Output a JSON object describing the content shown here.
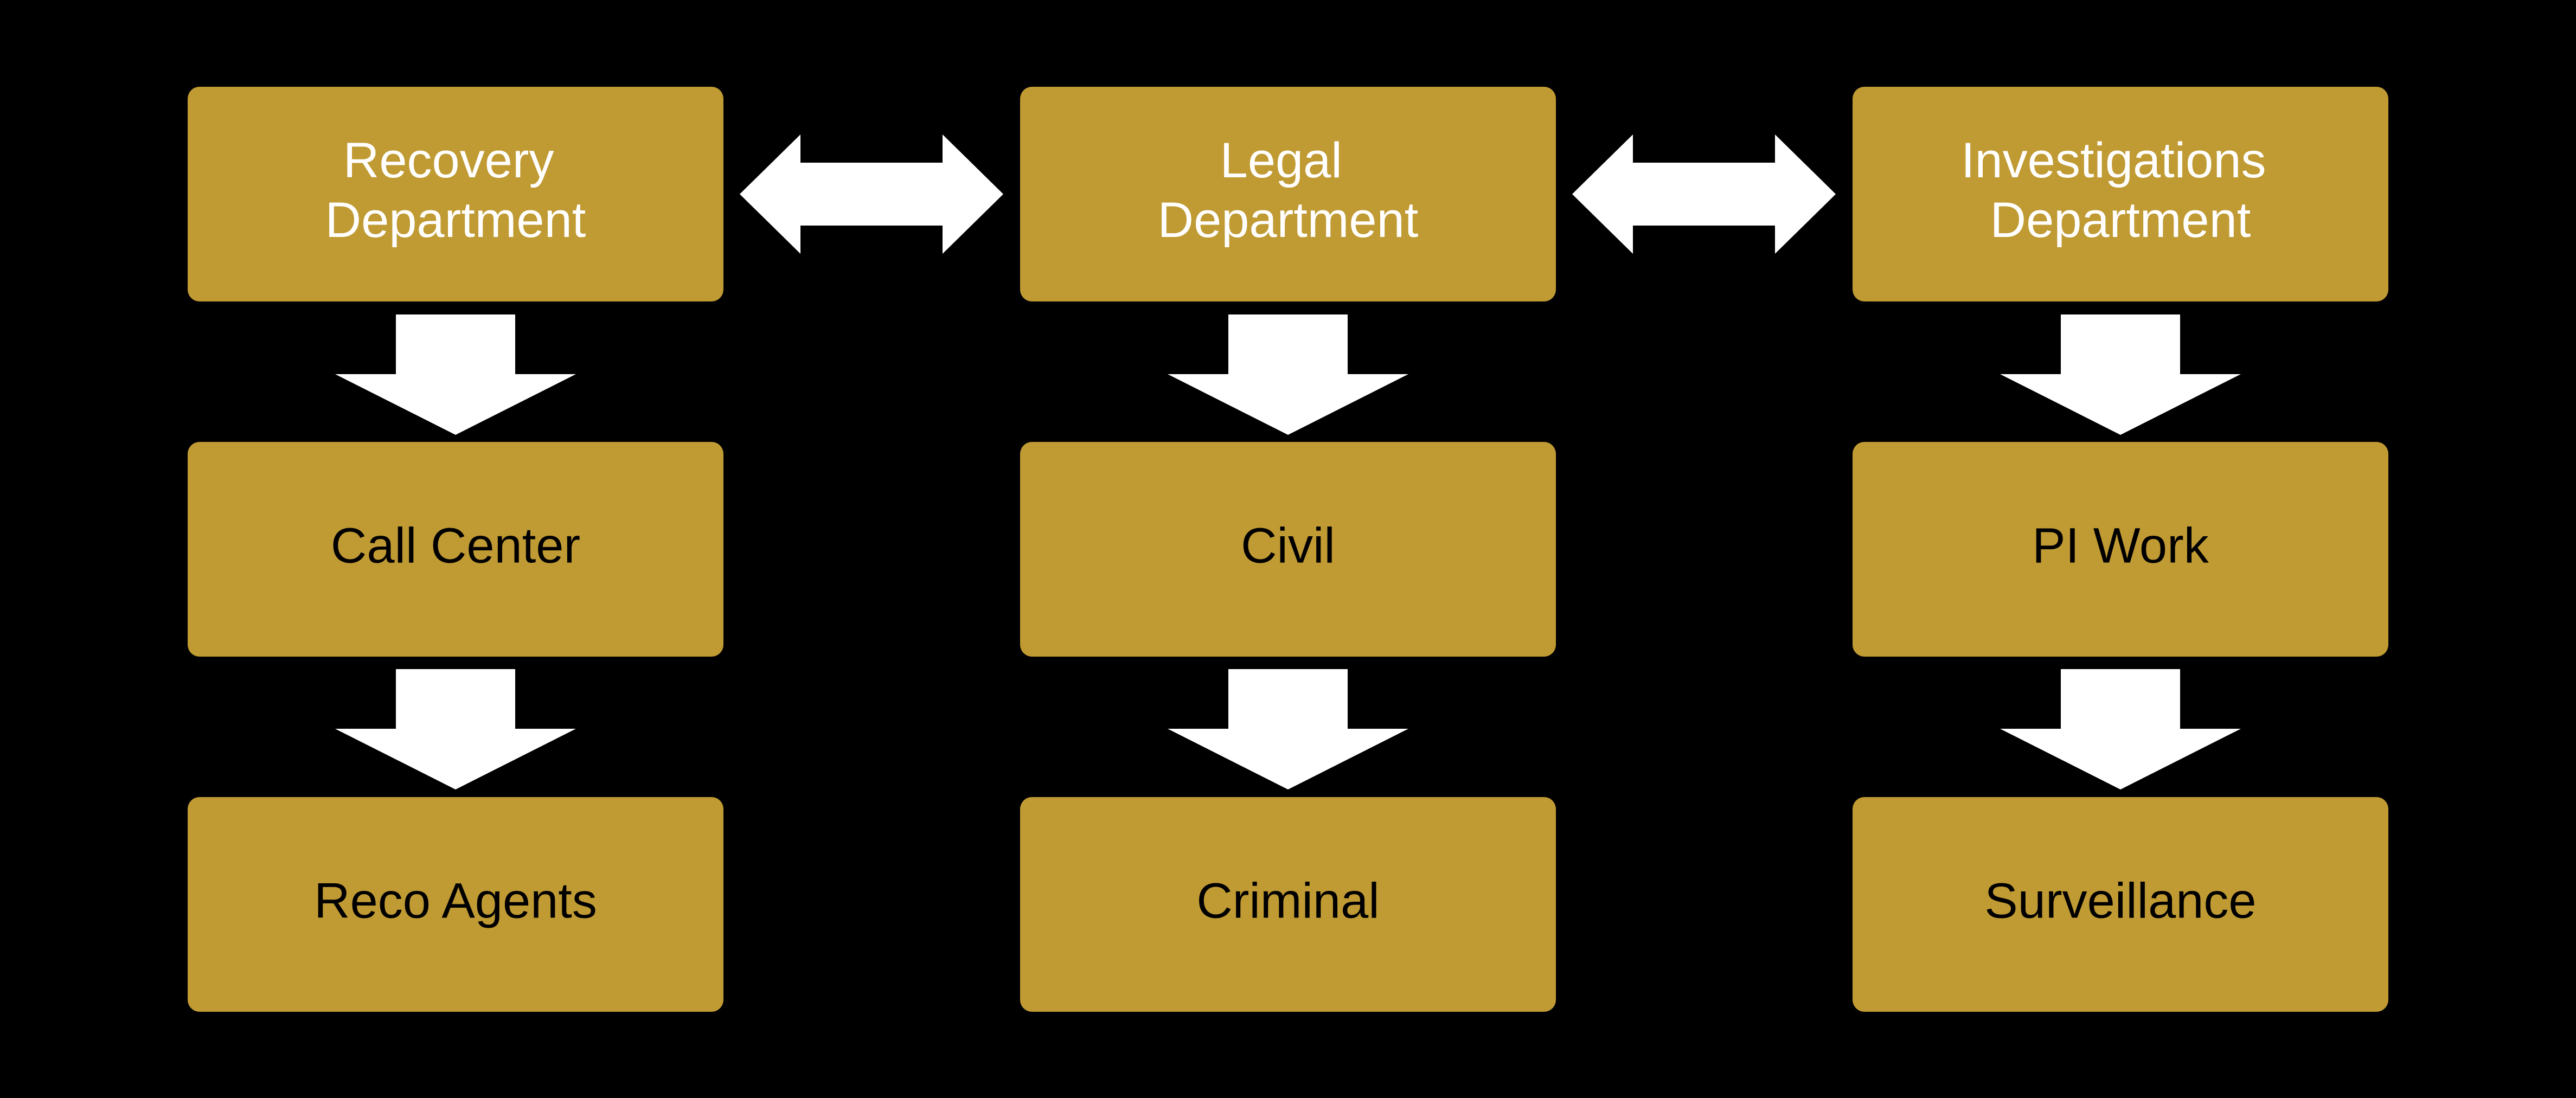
{
  "colors": {
    "background": "#000000",
    "box_fill": "#C09A33",
    "arrow": "#FFFFFF",
    "header_text": "#FFFFFF",
    "body_text": "#000000"
  },
  "columns": [
    {
      "header": [
        "Recovery",
        "Department"
      ],
      "items": [
        "Call Center",
        "Reco Agents"
      ]
    },
    {
      "header": [
        "Legal",
        "Department"
      ],
      "items": [
        "Civil",
        "Criminal"
      ]
    },
    {
      "header": [
        "Investigations",
        "Department"
      ],
      "items": [
        "PI Work",
        "Surveillance"
      ]
    }
  ]
}
